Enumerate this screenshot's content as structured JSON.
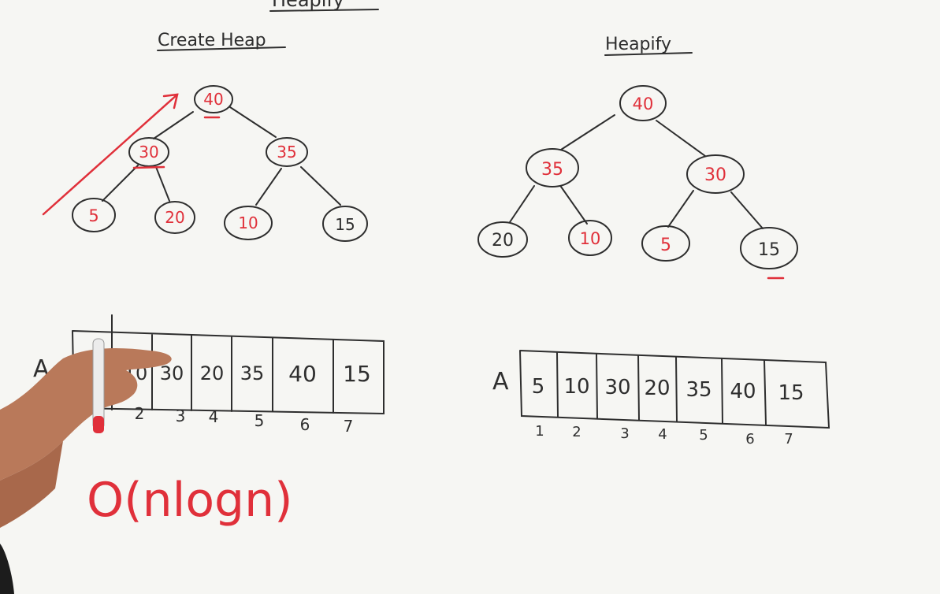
{
  "top_heading": "Heapify",
  "left_panel": {
    "title": "Create Heap",
    "tree": {
      "root": "40",
      "level2": [
        "30",
        "35"
      ],
      "level3": [
        "5",
        "20",
        "10",
        "15"
      ]
    },
    "array": {
      "name": "A",
      "cells": [
        "10",
        "30",
        "20",
        "35",
        "40",
        "15"
      ],
      "indices": [
        "2",
        "3",
        "4",
        "5",
        "6",
        "7"
      ]
    },
    "complexity": "O(nlogn)"
  },
  "right_panel": {
    "title": "Heapify",
    "tree": {
      "root": "40",
      "level2": [
        "35",
        "30"
      ],
      "level3": [
        "20",
        "10",
        "5",
        "15"
      ]
    },
    "array": {
      "name": "A",
      "cells": [
        "5",
        "10",
        "30",
        "20",
        "35",
        "40",
        "15"
      ],
      "indices": [
        "1",
        "2",
        "3",
        "4",
        "5",
        "6",
        "7"
      ]
    }
  },
  "colors": {
    "ink_black": "#2e2e2e",
    "ink_red": "#e0303a",
    "board": "#f6f6f3",
    "skin": "#b9795a"
  }
}
